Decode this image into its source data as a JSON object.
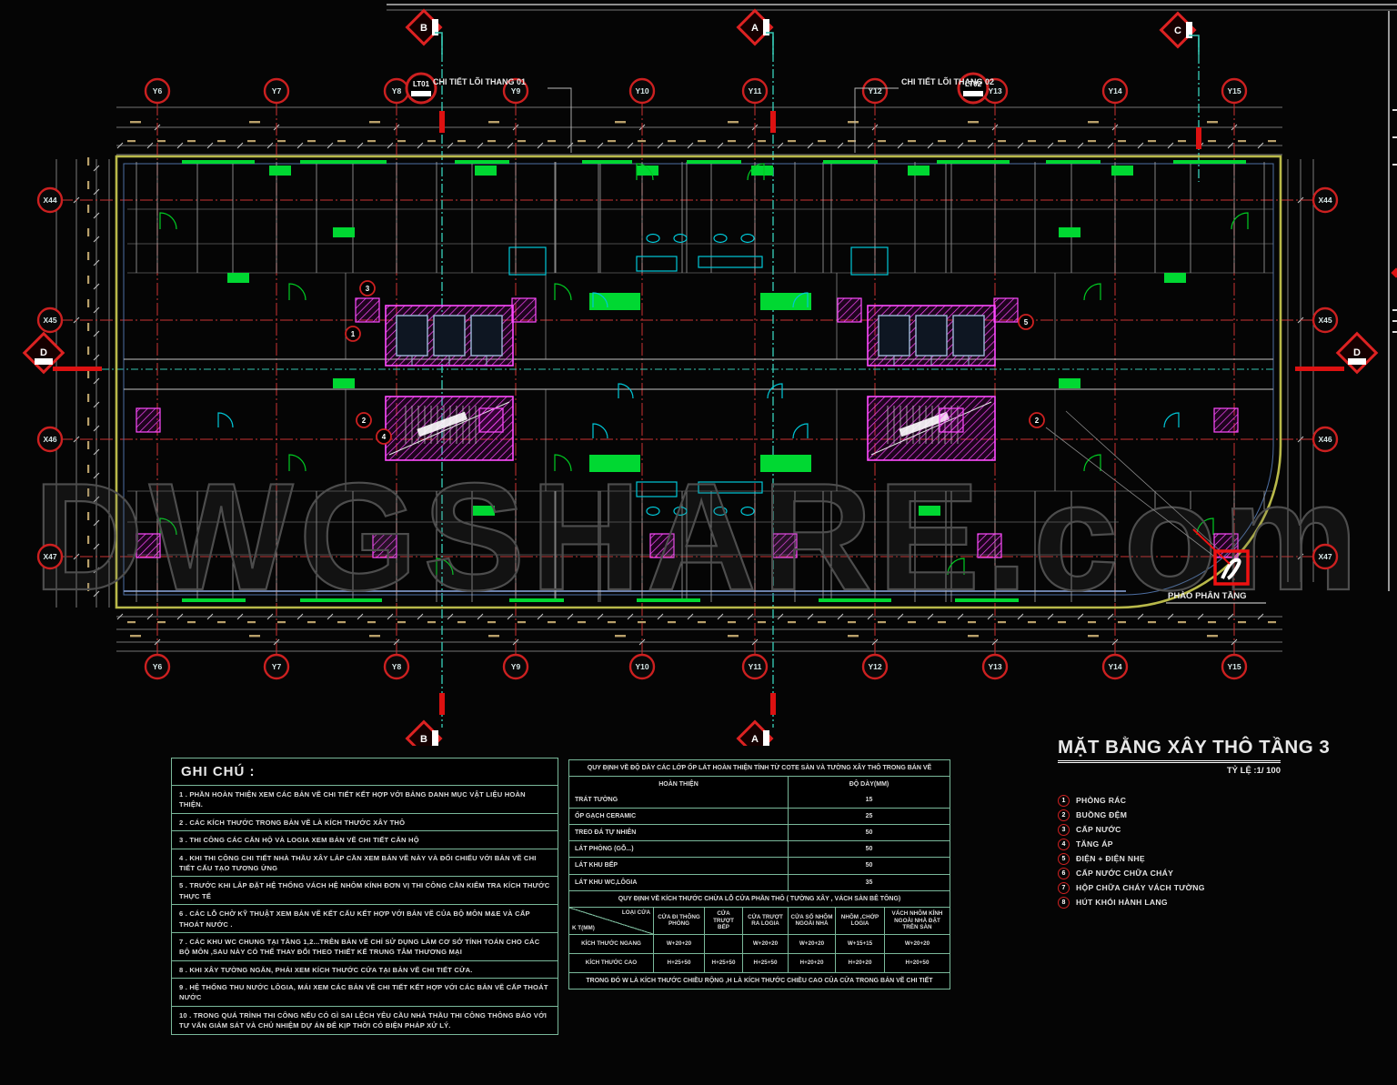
{
  "watermark": "DWGSHARE.com",
  "sheet": {
    "title": "MẶT BẰNG XÂY THÔ TẦNG 3",
    "scale": "TỶ LỆ :1/ 100"
  },
  "legend": {
    "items": [
      {
        "num": "1",
        "label": "PHÒNG RÁC"
      },
      {
        "num": "2",
        "label": "BUỒNG ĐỆM"
      },
      {
        "num": "3",
        "label": "CẤP NƯỚC"
      },
      {
        "num": "4",
        "label": "TĂNG ÁP"
      },
      {
        "num": "5",
        "label": "ĐIỆN + ĐIỆN NHẸ"
      },
      {
        "num": "6",
        "label": "CẤP NƯỚC CHỮA CHÁY"
      },
      {
        "num": "7",
        "label": "HỘP CHỮA CHÁY VÁCH TƯỜNG"
      },
      {
        "num": "8",
        "label": "HÚT KHÓI HÀNH LANG"
      }
    ]
  },
  "notes": {
    "header": "GHI CHÚ :",
    "items": [
      "1 . PHẦN HOÀN THIỆN XEM CÁC BẢN VẼ CHI TIẾT KẾT HỢP VỚI BẢNG DANH MỤC VẬT LIỆU HOÀN THIỆN.",
      "2 . CÁC KÍCH THƯỚC TRONG BẢN VẼ LÀ KÍCH THƯỚC XÂY THÔ",
      "3 . THI CÔNG CÁC CĂN HỘ VÀ LOGIA XEM BẢN VẼ CHI TIẾT CĂN HỘ",
      "4 . KHI THI CÔNG CHI TIẾT NHÀ THẦU XÂY LẮP CẦN XEM BẢN VẼ NÀY VÀ ĐỐI CHIẾU VỚI BẢN VẼ CHI TIẾT CẤU TẠO TƯƠNG ỨNG",
      "5 . TRƯỚC KHI LẮP ĐẶT HỆ THỐNG VÁCH HỆ NHÔM KÍNH ĐƠN VỊ THI CÔNG CẦN KIỂM TRA KÍCH THƯỚC THỰC TẾ",
      "6 . CÁC LỖ CHỜ KỸ THUẬT XEM BẢN VẼ KẾT CẤU KẾT HỢP VỚI BẢN VẼ CỦA BỘ MÔN M&E VÀ CẤP THOÁT NƯỚC .",
      "7 . CÁC KHU WC CHUNG TẠI TẦNG 1,2...TRÊN BẢN VẼ CHỈ SỬ DỤNG LÀM CƠ SỞ TÍNH TOÁN CHO CÁC BỘ MÔN ,SAU NÀY CÓ THỂ THAY ĐỔI THEO THIẾT KẾ TRUNG TÂM THƯƠNG MẠI",
      "8 . KHI XÂY TƯỜNG NGĂN, PHẢI XEM KÍCH THƯỚC CỬA TẠI BẢN VẼ CHI TIẾT CỬA.",
      "9 . HỆ THỐNG THU NƯỚC LÔGIA, MÁI XEM CÁC BẢN VẼ CHI TIẾT KẾT HỢP VỚI CÁC BẢN VẼ CẤP THOÁT NƯỚC",
      "10 . TRONG QUÁ TRÌNH THI CÔNG NẾU CÓ GÌ SAI LỆCH YÊU CẦU NHÀ THẦU THI CÔNG THÔNG BÁO VỚI TƯ VẤN GIÁM SÁT VÀ CHỦ NHIỆM DỰ ÁN ĐỂ KỊP THỜI CÓ BIỆN PHÁP XỬ LÝ."
    ]
  },
  "finish_table": {
    "title": "QUY ĐỊNH VỀ  ĐỘ DÀY CÁC LỚP ỐP LÁT HOÀN THIỆN TÍNH TỪ COTE SÀN VÀ TƯỜNG XÂY THÔ TRONG BẢN VẼ",
    "col1": "HOÀN THIỆN",
    "col2": "ĐỘ DÀY(MM)",
    "rows": [
      [
        "TRÁT TƯỜNG",
        "15"
      ],
      [
        "ỐP GẠCH CERAMIC",
        "25"
      ],
      [
        "TREO ĐÁ TỰ NHIÊN",
        "50"
      ],
      [
        "LÁT PHÒNG (GỖ...)",
        "50"
      ],
      [
        "LÁT KHU BẾP",
        "50"
      ],
      [
        "LÁT KHU WC,LÔGIA",
        "35"
      ]
    ]
  },
  "door_table": {
    "title": "QUY ĐỊNH VỀ KÍCH THƯỚC CHỪA LỖ CỬA PHẦN THÔ ( TƯỜNG XÂY , VÁCH SÀN BÊ TÔNG)",
    "corner_top": "LOẠI CỬA",
    "corner_bottom": "K T(MM)",
    "columns": [
      "CỬA ĐI THÔNG PHÒNG",
      "CỬA TRƯỢT BẾP",
      "CỬA TRƯỢT RA LOGIA",
      "CỬA SỔ NHÔM NGOÀI NHÀ",
      "NHÔM ,CHỚP LOGIA",
      "VÁCH NHÔM KÍNH NGOÀI NHÀ ĐẶT TRÊN SÀN"
    ],
    "rows": [
      {
        "label": "KÍCH THƯỚC NGANG",
        "values": [
          "W+20+20",
          "",
          "W+20+20",
          "W+20+20",
          "W+15+15",
          "W+20+20"
        ]
      },
      {
        "label": "KÍCH THƯỚC CAO",
        "values": [
          "H+25+50",
          "H+25+50",
          "H+25+50",
          "H+20+20",
          "H+20+20",
          "H+20+50"
        ]
      }
    ],
    "footer": "TRONG ĐÓ W LÀ KÍCH THƯỚC CHIỀU RỘNG ,H LÀ KÍCH THƯỚC CHIỀU CAO CỦA CỬA TRONG BẢN VẼ CHI TIẾT"
  },
  "axes": {
    "y": [
      "Y6",
      "Y7",
      "Y8",
      "Y9",
      "Y10",
      "Y11",
      "Y12",
      "Y13",
      "Y14",
      "Y15"
    ],
    "x": [
      "X44",
      "X45",
      "X46",
      "X47"
    ]
  },
  "markers": {
    "section_a": "A",
    "section_b": "B",
    "section_c": "C",
    "detail_d": "D",
    "lt01": "LT01",
    "lt01_label": "CHI TIẾT LÕI THANG 01",
    "lt02": "LT02",
    "lt02_label": "CHI TIẾT LÕI THANG 02",
    "phao_label": "PHÀO PHÂN TẦNG"
  },
  "callouts": [
    "3",
    "1",
    "2",
    "4",
    "5",
    "2"
  ],
  "colors": {
    "axis_red": "#c93232",
    "section_teal": "#35c4b0",
    "boundary_yellow": "#b9b94a",
    "wall_green": "#00d832",
    "fixture_cyan": "#00c8d8",
    "core_magenta": "#ff4bff",
    "table_border": "#7ab89a",
    "watermark_gray": "#4d4d4d"
  }
}
